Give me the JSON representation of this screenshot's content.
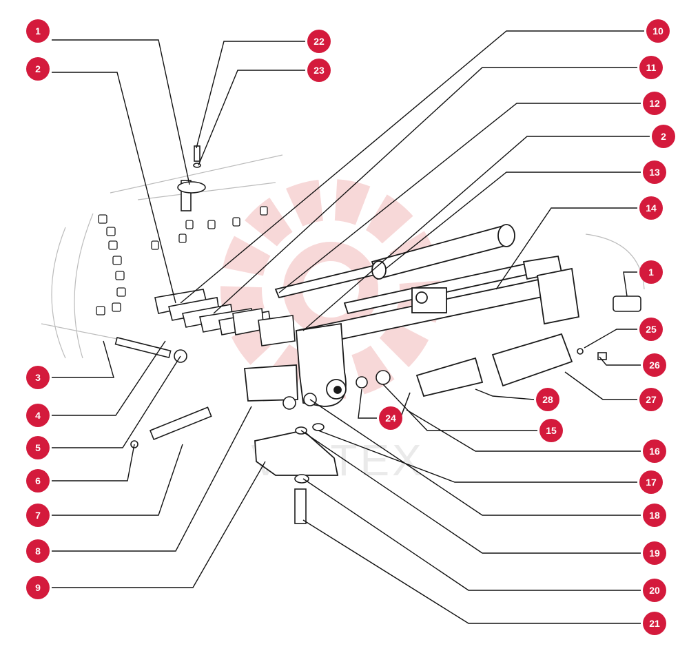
{
  "diagram": {
    "callouts": [
      {
        "label": "1"
      },
      {
        "label": "2"
      },
      {
        "label": "3"
      },
      {
        "label": "4"
      },
      {
        "label": "5"
      },
      {
        "label": "6"
      },
      {
        "label": "7"
      },
      {
        "label": "8"
      },
      {
        "label": "9"
      },
      {
        "label": "22"
      },
      {
        "label": "23"
      },
      {
        "label": "10"
      },
      {
        "label": "11"
      },
      {
        "label": "12"
      },
      {
        "label": "2"
      },
      {
        "label": "13"
      },
      {
        "label": "14"
      },
      {
        "label": "1"
      },
      {
        "label": "25"
      },
      {
        "label": "26"
      },
      {
        "label": "27"
      },
      {
        "label": "28"
      },
      {
        "label": "24"
      },
      {
        "label": "15"
      },
      {
        "label": "16"
      },
      {
        "label": "17"
      },
      {
        "label": "18"
      },
      {
        "label": "19"
      },
      {
        "label": "20"
      },
      {
        "label": "21"
      }
    ],
    "watermark": "VEITEX",
    "colors": {
      "callout": "#d41a3c",
      "callout_text": "#ffffff",
      "line": "#111111",
      "drawing": "#1a1a1a",
      "watermark": "#f2b9b9"
    }
  }
}
